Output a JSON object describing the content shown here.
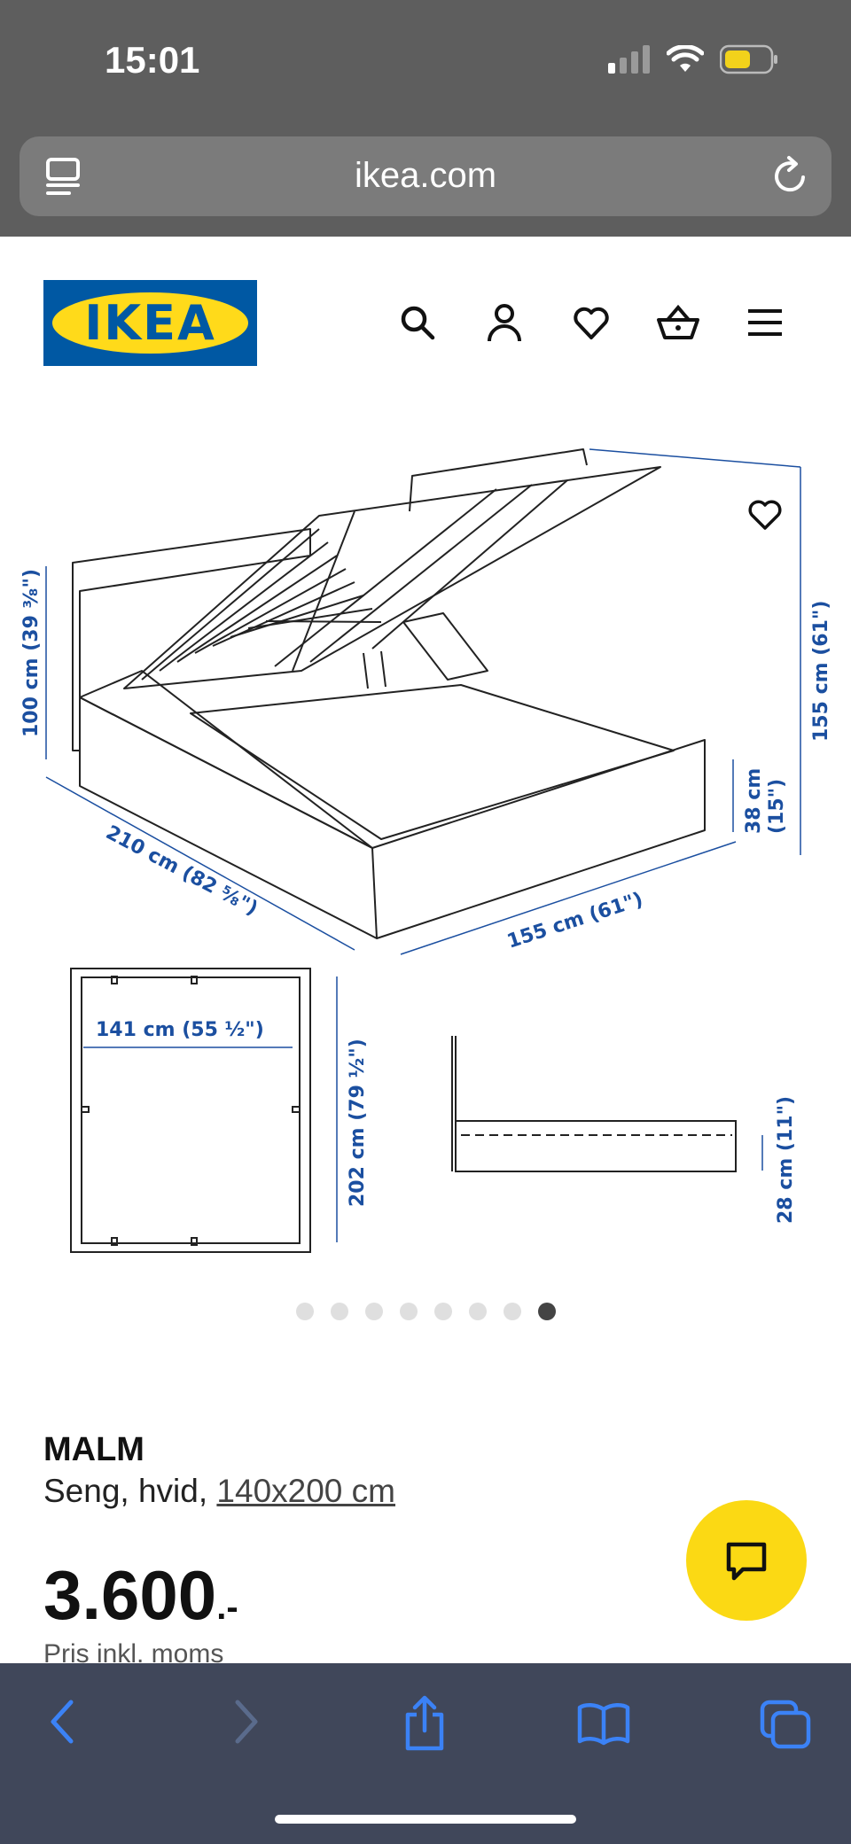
{
  "status_bar": {
    "time": "15:01"
  },
  "browser": {
    "url": "ikea.com"
  },
  "header": {
    "logo_text": "IKEA"
  },
  "gallery": {
    "dimensions": {
      "height_headboard": "100 cm (39 ³⁄₈\")",
      "length": "210 cm (82 ⁵⁄₈\")",
      "width": "155 cm (61\")",
      "height_total": "155 cm (61\")",
      "frame_height": "38 cm",
      "frame_height_in": "(15\")",
      "inner_width": "141 cm (55 ½\")",
      "inner_length": "202 cm (79 ½\")",
      "storage_height": "28 cm (11\")"
    },
    "dots_total": 8,
    "dots_active_index": 8
  },
  "product": {
    "brand": "MALM",
    "description": "Seng, hvid,",
    "size_link": "140x200 cm",
    "price": "3.600",
    "price_suffix": ".-",
    "price_note": "Pris inkl. moms"
  },
  "colors": {
    "ikea_blue": "#0058a3",
    "ikea_yellow": "#ffda1a",
    "chat_yellow": "#fbd914",
    "ios_blue": "#3b82f6"
  }
}
